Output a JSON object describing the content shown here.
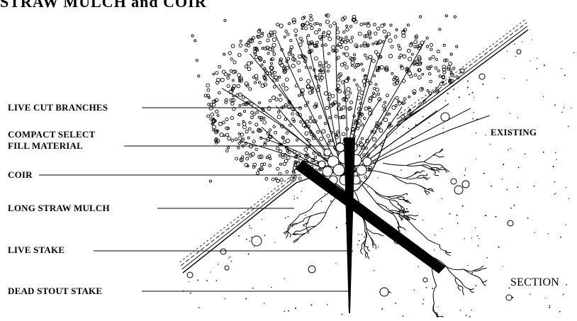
{
  "title": "STRAW MULCH and COIR",
  "labels": {
    "live_cut_branches": "LIVE CUT BRANCHES",
    "compact_select_line1": "COMPACT SELECT",
    "compact_select_line2": "FILL MATERIAL",
    "coir": "COIR",
    "long_straw_mulch": "LONG STRAW MULCH",
    "live_stake": "LIVE STAKE",
    "dead_stout_stake": "DEAD STOUT STAKE",
    "existing": "EXISTING",
    "section": "SECTION"
  }
}
